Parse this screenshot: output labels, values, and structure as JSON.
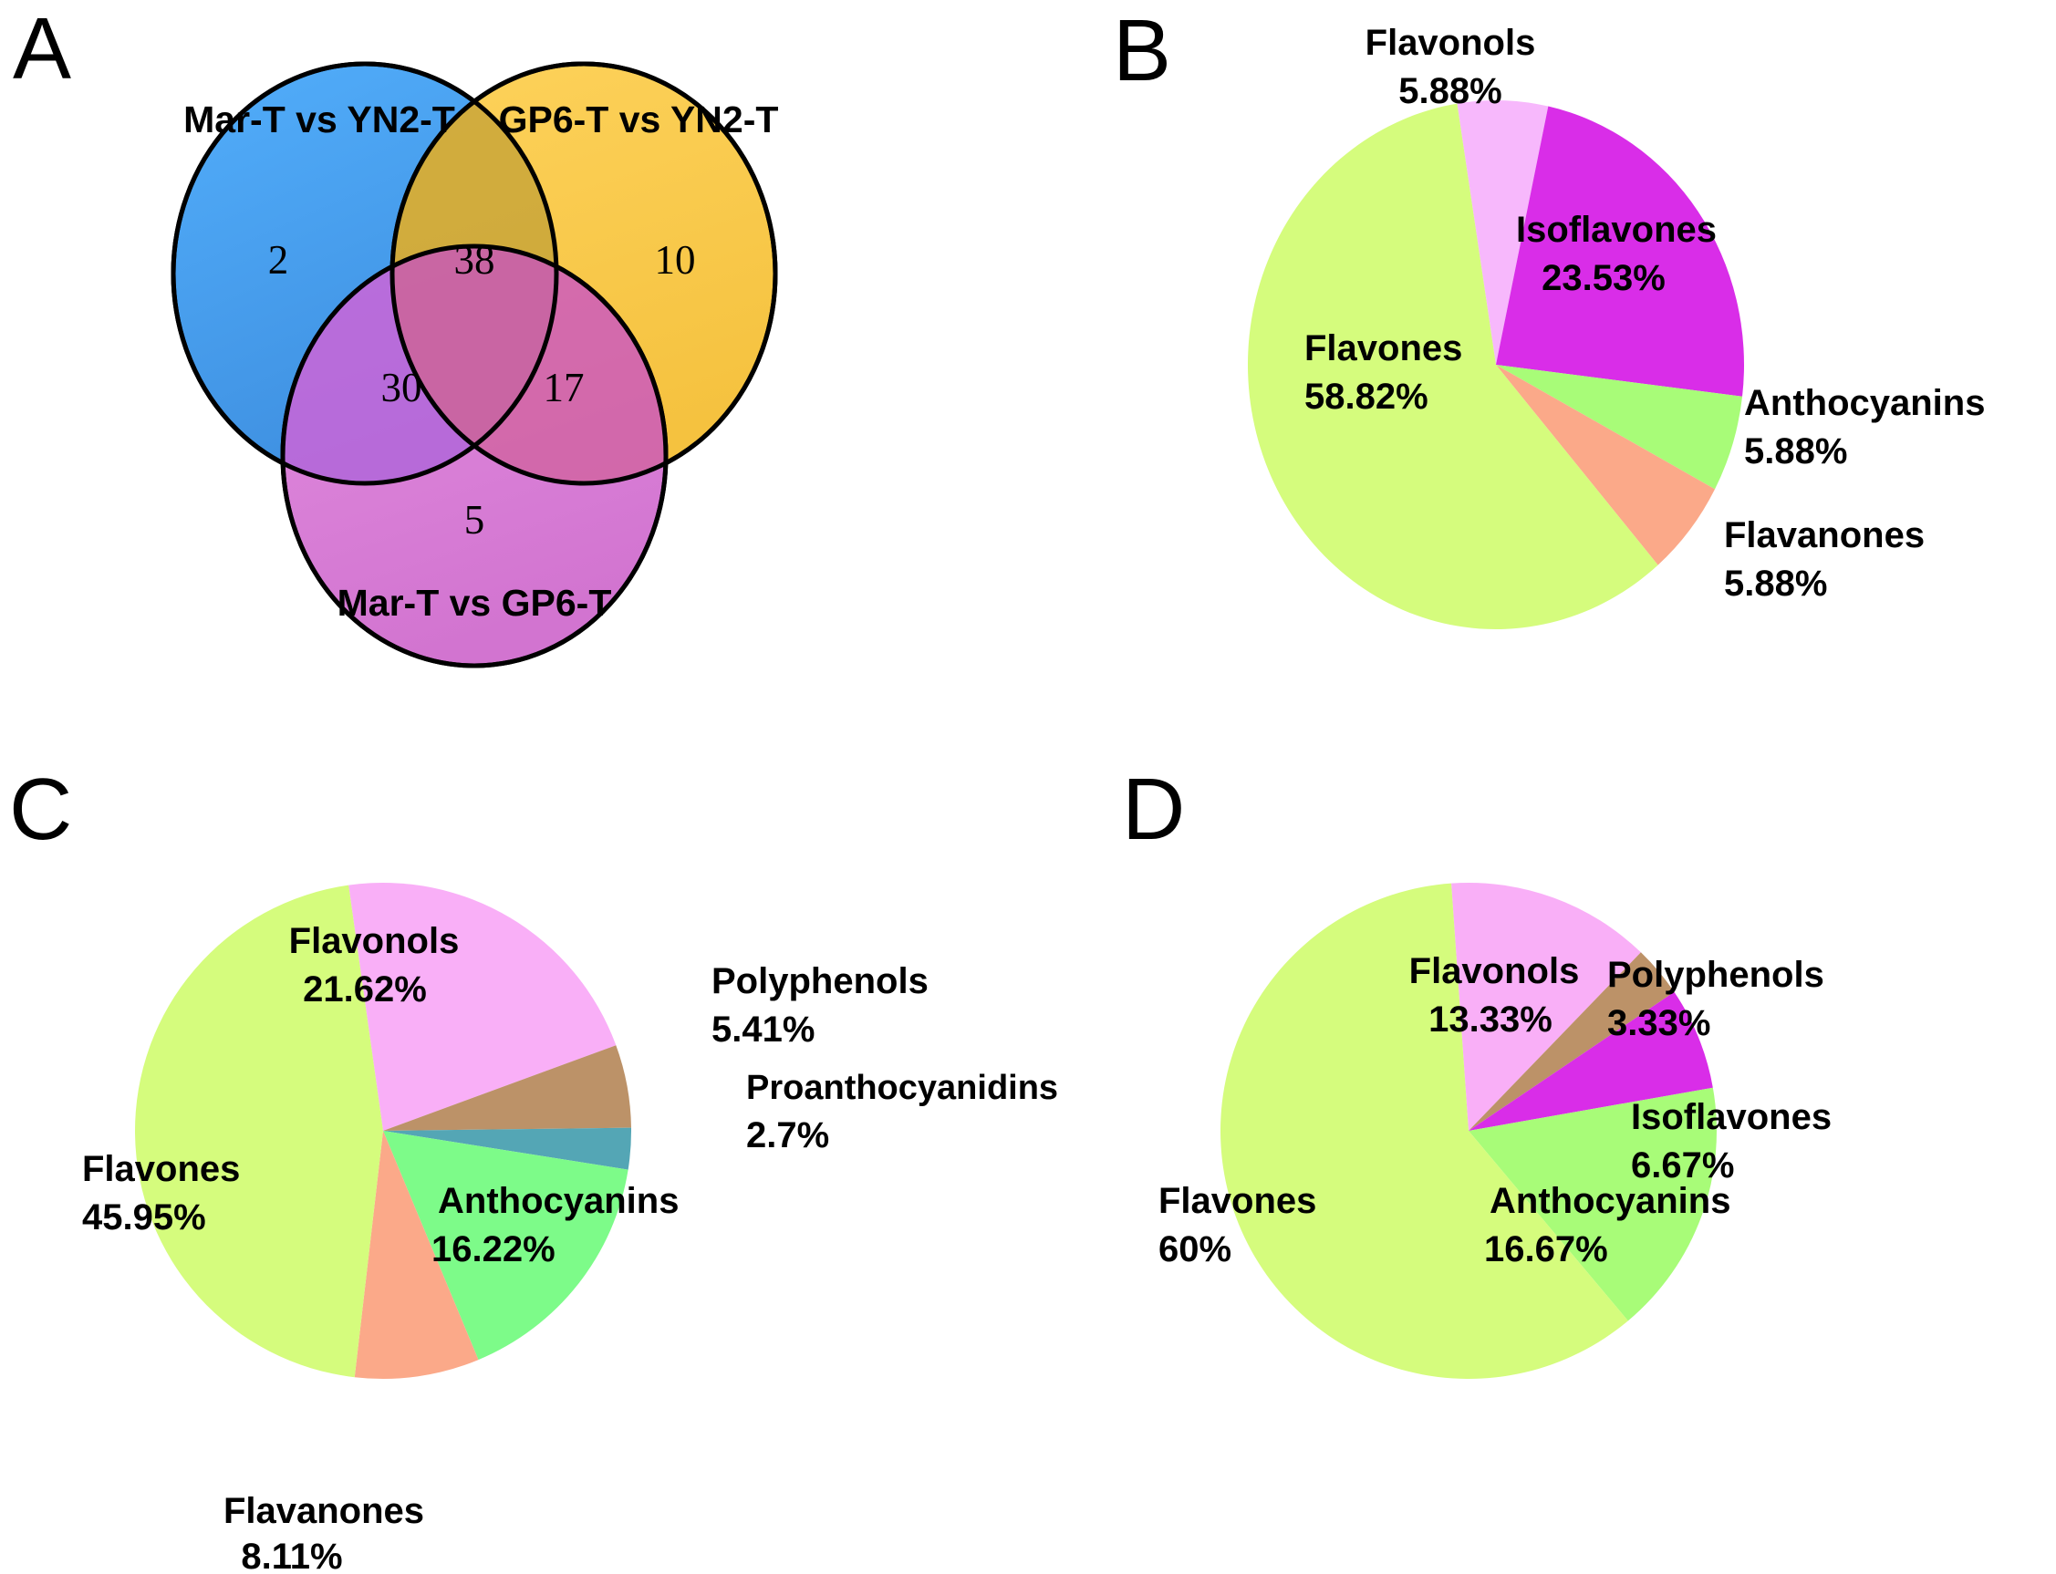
{
  "figure": {
    "panels": [
      "A",
      "B",
      "C",
      "D"
    ]
  },
  "panelA": {
    "letter": "A",
    "type": "venn",
    "sets": [
      {
        "name": "set-blue",
        "label": "Mar-T vs YN2-T",
        "color": "#4BA3F0",
        "only": "2"
      },
      {
        "name": "set-yellow",
        "label": "GP6-T vs YN2-T",
        "color": "#FBCD4E",
        "only": "10"
      },
      {
        "name": "set-violet",
        "label": "Mar-T vs GP6-T",
        "color": "#DD82DC",
        "only": "5"
      }
    ],
    "intersections": [
      {
        "name": "blue-yellow",
        "value": "38"
      },
      {
        "name": "blue-violet",
        "value": "30"
      },
      {
        "name": "yellow-violet",
        "value": "17"
      }
    ]
  },
  "panelB": {
    "letter": "B",
    "chart_data": {
      "type": "pie",
      "title": "",
      "legend": "labels-outside",
      "start_angle_deg": -9,
      "labels": [
        "Flavonols",
        "Isoflavones",
        "Anthocyanins",
        "Flavanones",
        "Flavones"
      ],
      "values": [
        5.88,
        23.53,
        5.88,
        5.88,
        58.82
      ],
      "percent_labels": [
        "5.88%",
        "23.53%",
        "5.88%",
        "5.88%",
        "58.82%"
      ],
      "colors": [
        "#F7B8FC",
        "#D92DE8",
        "#A8FC78",
        "#FBA989",
        "#D5FC7D"
      ]
    }
  },
  "panelC": {
    "letter": "C",
    "chart_data": {
      "type": "pie",
      "title": "",
      "legend": "labels-outside",
      "start_angle_deg": -8,
      "labels": [
        "Flavonols",
        "Polyphenols",
        "Proanthocyanidins",
        "Anthocyanins",
        "Flavanones",
        "Flavones"
      ],
      "values": [
        21.62,
        5.41,
        2.7,
        16.22,
        8.11,
        45.95
      ],
      "percent_labels": [
        "21.62%",
        "5.41%",
        "2.7%",
        "16.22%",
        "8.11%",
        "45.95%"
      ],
      "colors": [
        "#F9AFF7",
        "#BC9268",
        "#54A6B5",
        "#7DFB89",
        "#FBA989",
        "#D5FC7D"
      ]
    }
  },
  "panelD": {
    "letter": "D",
    "chart_data": {
      "type": "pie",
      "title": "",
      "legend": "labels-outside",
      "start_angle_deg": -4,
      "labels": [
        "Flavonols",
        "Polyphenols",
        "Isoflavones",
        "Anthocyanins",
        "Flavones"
      ],
      "values": [
        13.33,
        3.33,
        6.67,
        16.67,
        60
      ],
      "percent_labels": [
        "13.33%",
        "3.33%",
        "6.67%",
        "16.67%",
        "60%"
      ],
      "colors": [
        "#F9AFF7",
        "#BC9268",
        "#D92DE8",
        "#A8FC78",
        "#D5FC7D"
      ]
    }
  }
}
